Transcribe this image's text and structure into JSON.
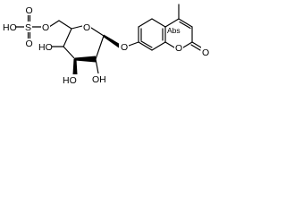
{
  "labels": {
    "hoso": "HO",
    "sulfur": "S",
    "o_top": "O",
    "o_bottom": "O",
    "o_link_sulfate": "O",
    "o_ring": "O",
    "oh_left": "HO",
    "oh_mid": "HO",
    "oh_low": "OH",
    "o_glycosidic": "O",
    "o_lactone": "O",
    "o_carbonyl": "O",
    "abs": "Abs",
    "methyl_marker": ""
  }
}
